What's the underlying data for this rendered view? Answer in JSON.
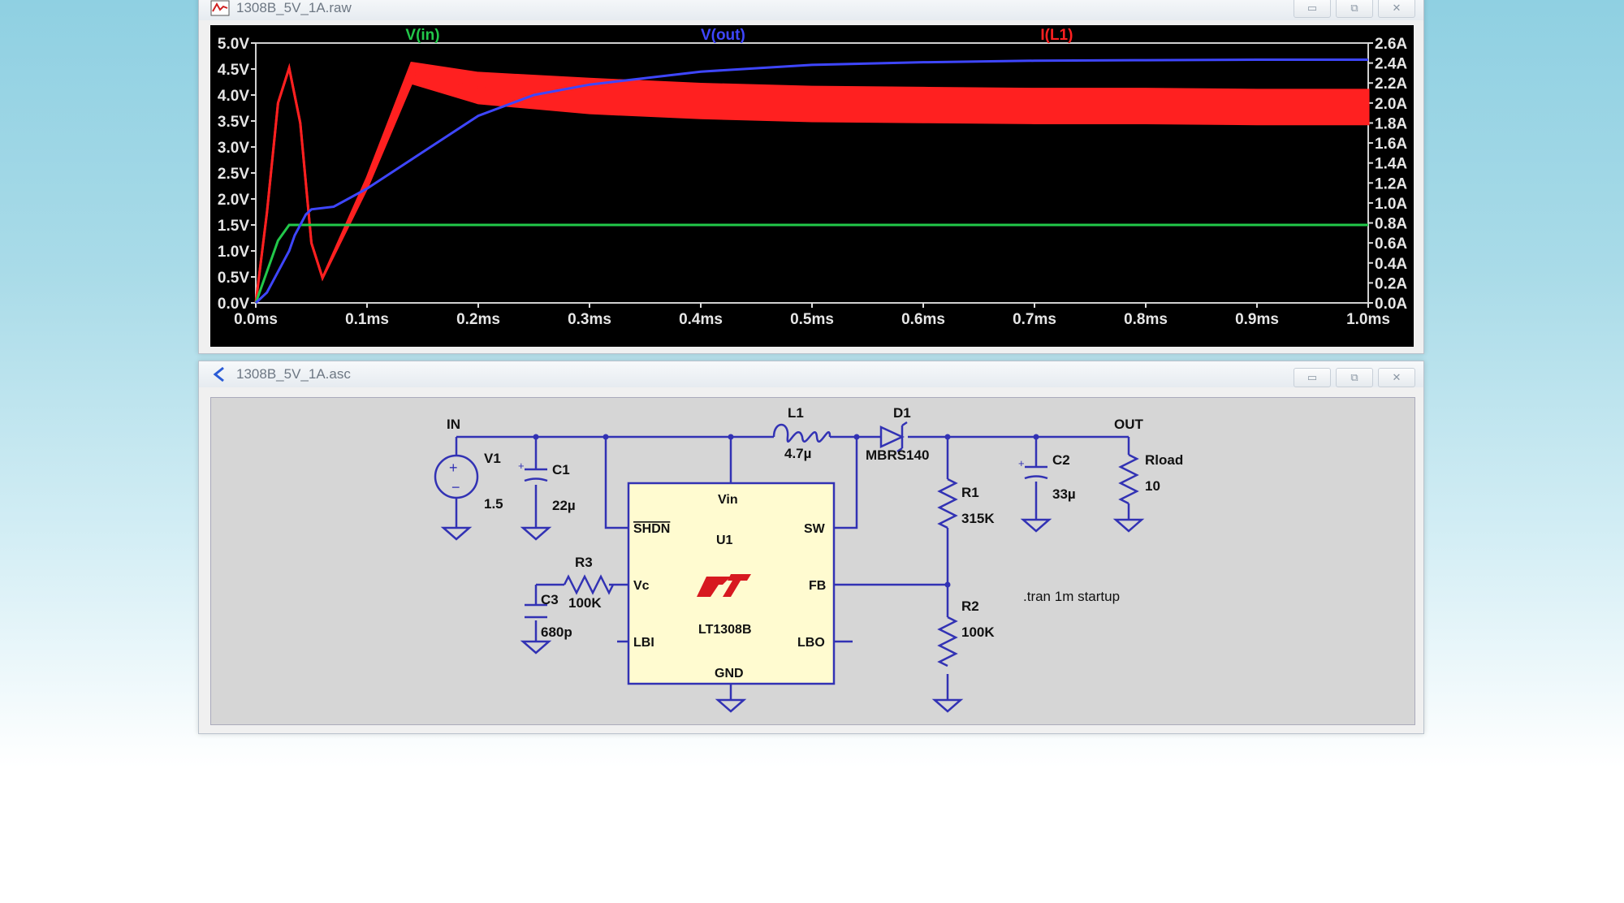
{
  "waveform_window": {
    "title": "1308B_5V_1A.raw",
    "icon": "waveform-icon",
    "buttons": {
      "minimize": "minimize-icon",
      "maximize": "maximize-icon",
      "close": "close-icon"
    }
  },
  "schematic_window": {
    "title": "1308B_5V_1A.asc",
    "icon": "schematic-icon",
    "buttons": {
      "minimize": "minimize-icon",
      "maximize": "maximize-icon",
      "close": "close-icon"
    }
  },
  "colors": {
    "plot_bg": "#000000",
    "vin": "#22c84a",
    "vout": "#3e46ff",
    "il1": "#ff2020",
    "schematic_bg": "#d6d6d6",
    "wire": "#3232b4",
    "ic_fill": "#fffbd0"
  },
  "chart_data": {
    "type": "line",
    "x_ticks": [
      "0.0ms",
      "0.1ms",
      "0.2ms",
      "0.3ms",
      "0.4ms",
      "0.5ms",
      "0.6ms",
      "0.7ms",
      "0.8ms",
      "0.9ms",
      "1.0ms"
    ],
    "y_left_ticks": [
      "0.0V",
      "0.5V",
      "1.0V",
      "1.5V",
      "2.0V",
      "2.5V",
      "3.0V",
      "3.5V",
      "4.0V",
      "4.5V",
      "5.0V"
    ],
    "y_right_ticks": [
      "0.0A",
      "0.2A",
      "0.4A",
      "0.6A",
      "0.8A",
      "1.0A",
      "1.2A",
      "1.4A",
      "1.6A",
      "1.8A",
      "2.0A",
      "2.2A",
      "2.4A",
      "2.6A"
    ],
    "xlim": [
      0,
      1.0
    ],
    "ylim_left": [
      0,
      5.0
    ],
    "ylim_right": [
      0,
      2.6
    ],
    "series": [
      {
        "name": "V(in)",
        "axis": "left",
        "x": [
          0,
          0.02,
          0.03,
          1.0
        ],
        "y": [
          0,
          1.2,
          1.5,
          1.5
        ]
      },
      {
        "name": "V(out)",
        "axis": "left",
        "x": [
          0,
          0.01,
          0.02,
          0.03,
          0.035,
          0.045,
          0.05,
          0.07,
          0.1,
          0.15,
          0.2,
          0.25,
          0.3,
          0.4,
          0.5,
          0.6,
          0.7,
          0.8,
          0.9,
          1.0
        ],
        "y": [
          0,
          0.2,
          0.6,
          1.0,
          1.3,
          1.7,
          1.8,
          1.85,
          2.2,
          2.9,
          3.6,
          4.0,
          4.2,
          4.45,
          4.58,
          4.63,
          4.66,
          4.67,
          4.68,
          4.68
        ]
      },
      {
        "name": "I(L1)",
        "axis": "right",
        "style": "ripple",
        "x": [
          0,
          0.01,
          0.02,
          0.03,
          0.04,
          0.05,
          0.06,
          0.1,
          0.14,
          0.2,
          0.3,
          0.4,
          0.5,
          0.6,
          0.7,
          0.8,
          0.9,
          1.0
        ],
        "y": [
          0,
          0.9,
          2.0,
          2.35,
          1.8,
          0.6,
          0.25,
          1.2,
          2.3,
          2.15,
          2.07,
          2.02,
          1.99,
          1.98,
          1.97,
          1.97,
          1.96,
          1.96
        ],
        "ripple_amplitude": [
          0,
          0,
          0,
          0,
          0,
          0,
          0,
          0.05,
          0.1,
          0.15,
          0.17,
          0.17,
          0.17,
          0.17,
          0.17,
          0.17,
          0.17,
          0.17
        ]
      }
    ]
  },
  "schematic": {
    "net_in": "IN",
    "net_out": "OUT",
    "v1": {
      "ref": "V1",
      "value": "1.5"
    },
    "c1": {
      "ref": "C1",
      "value": "22µ"
    },
    "l1": {
      "ref": "L1",
      "value": "4.7µ"
    },
    "d1": {
      "ref": "D1",
      "value": "MBRS140"
    },
    "r1": {
      "ref": "R1",
      "value": "315K"
    },
    "r2": {
      "ref": "R2",
      "value": "100K"
    },
    "c2": {
      "ref": "C2",
      "value": "33µ"
    },
    "rload": {
      "ref": "Rload",
      "value": "10"
    },
    "r3": {
      "ref": "R3",
      "value": "100K"
    },
    "c3": {
      "ref": "C3",
      "value": "680p"
    },
    "u1": {
      "ref": "U1",
      "part": "LT1308B",
      "logo": "LT",
      "pins": {
        "vin": "Vin",
        "shdn": "SHDN",
        "sw": "SW",
        "vc": "Vc",
        "fb": "FB",
        "lbi": "LBI",
        "lbo": "LBO",
        "gnd": "GND"
      }
    },
    "directive": ".tran 1m startup"
  }
}
